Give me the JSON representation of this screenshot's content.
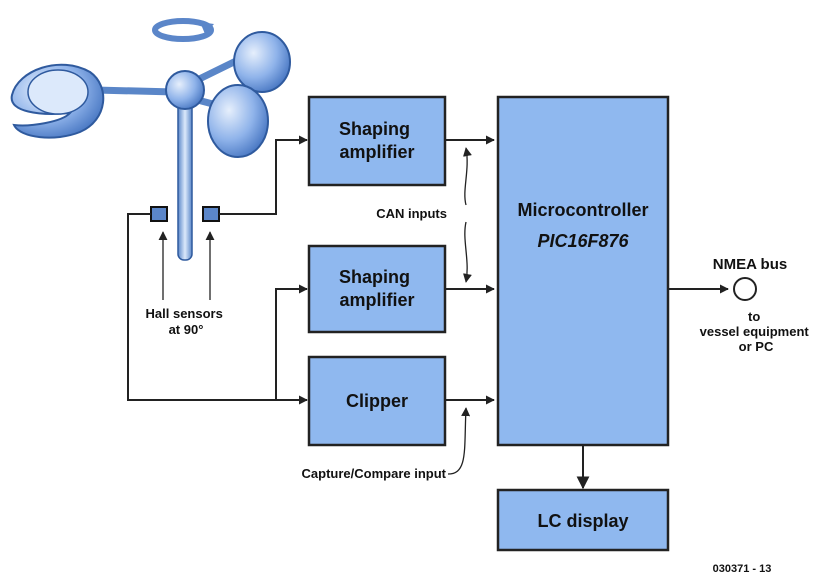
{
  "colors": {
    "block_fill": "#8fb8ef",
    "block_stroke": "#222222",
    "cup_fill": "#8fb3ea",
    "cup_light": "#dce9fb",
    "cup_dark": "#3f6fbd",
    "wire": "#222222",
    "rotation_arrow": "#5b86c9"
  },
  "icons": {
    "anemometer": "anemometer-icon",
    "rotation": "rotation-arrow-icon",
    "hall_sensor": "hall-sensor-icon",
    "bus_terminal": "bus-terminal-icon"
  },
  "blocks": {
    "shaping_amp_1": [
      "Shaping",
      "amplifier"
    ],
    "shaping_amp_2": [
      "Shaping",
      "amplifier"
    ],
    "clipper": "Clipper",
    "microcontroller": "Microcontroller",
    "microcontroller_part": "PIC16F876",
    "lc_display": "LC display"
  },
  "annotations": {
    "hall_sensors": [
      "Hall sensors",
      "at 90°"
    ],
    "can_inputs": "CAN inputs",
    "capture_compare": "Capture/Compare input",
    "nmea_bus": "NMEA bus",
    "destination": [
      "to",
      "vessel equipment",
      "or PC"
    ],
    "figure_number": "030371 - 13"
  }
}
